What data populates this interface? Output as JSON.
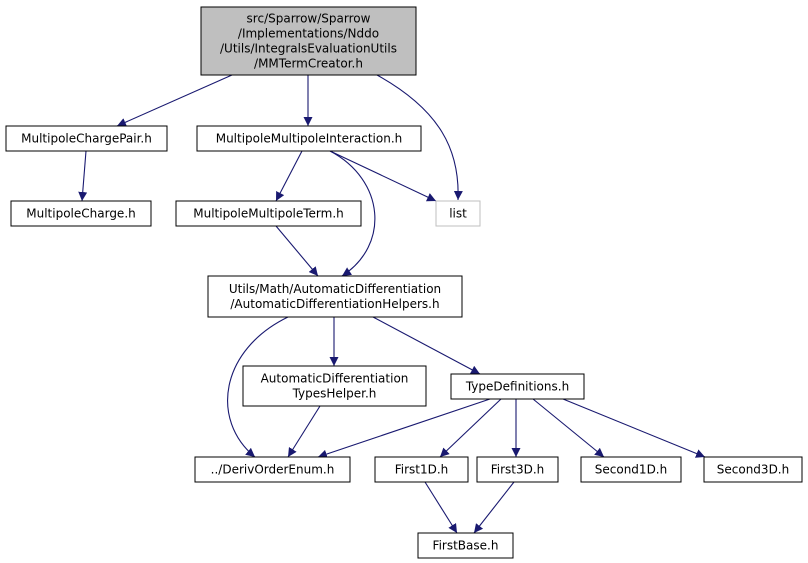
{
  "colors": {
    "edge": "#191970",
    "node_border": "#000000",
    "root_fill": "#bfbfbf",
    "node_fill": "#ffffff",
    "external_border": "#bfbfbf"
  },
  "nodes": {
    "root": {
      "lines": [
        "src/Sparrow/Sparrow",
        "/Implementations/Nddo",
        "/Utils/IntegralsEvaluationUtils",
        "/MMTermCreator.h"
      ]
    },
    "mpcp": {
      "lines": [
        "MultipoleChargePair.h"
      ]
    },
    "mpmi": {
      "lines": [
        "MultipoleMultipoleInteraction.h"
      ]
    },
    "mpc": {
      "lines": [
        "MultipoleCharge.h"
      ]
    },
    "mpmt": {
      "lines": [
        "MultipoleMultipoleTerm.h"
      ]
    },
    "list": {
      "lines": [
        "list"
      ]
    },
    "adh": {
      "lines": [
        "Utils/Math/AutomaticDifferentiation",
        "/AutomaticDifferentiationHelpers.h"
      ]
    },
    "adth": {
      "lines": [
        "AutomaticDifferentiation",
        "TypesHelper.h"
      ]
    },
    "typedef": {
      "lines": [
        "TypeDefinitions.h"
      ]
    },
    "deriv": {
      "lines": [
        "../DerivOrderEnum.h"
      ]
    },
    "first1d": {
      "lines": [
        "First1D.h"
      ]
    },
    "first3d": {
      "lines": [
        "First3D.h"
      ]
    },
    "second1d": {
      "lines": [
        "Second1D.h"
      ]
    },
    "second3d": {
      "lines": [
        "Second3D.h"
      ]
    },
    "firstbase": {
      "lines": [
        "FirstBase.h"
      ]
    }
  }
}
